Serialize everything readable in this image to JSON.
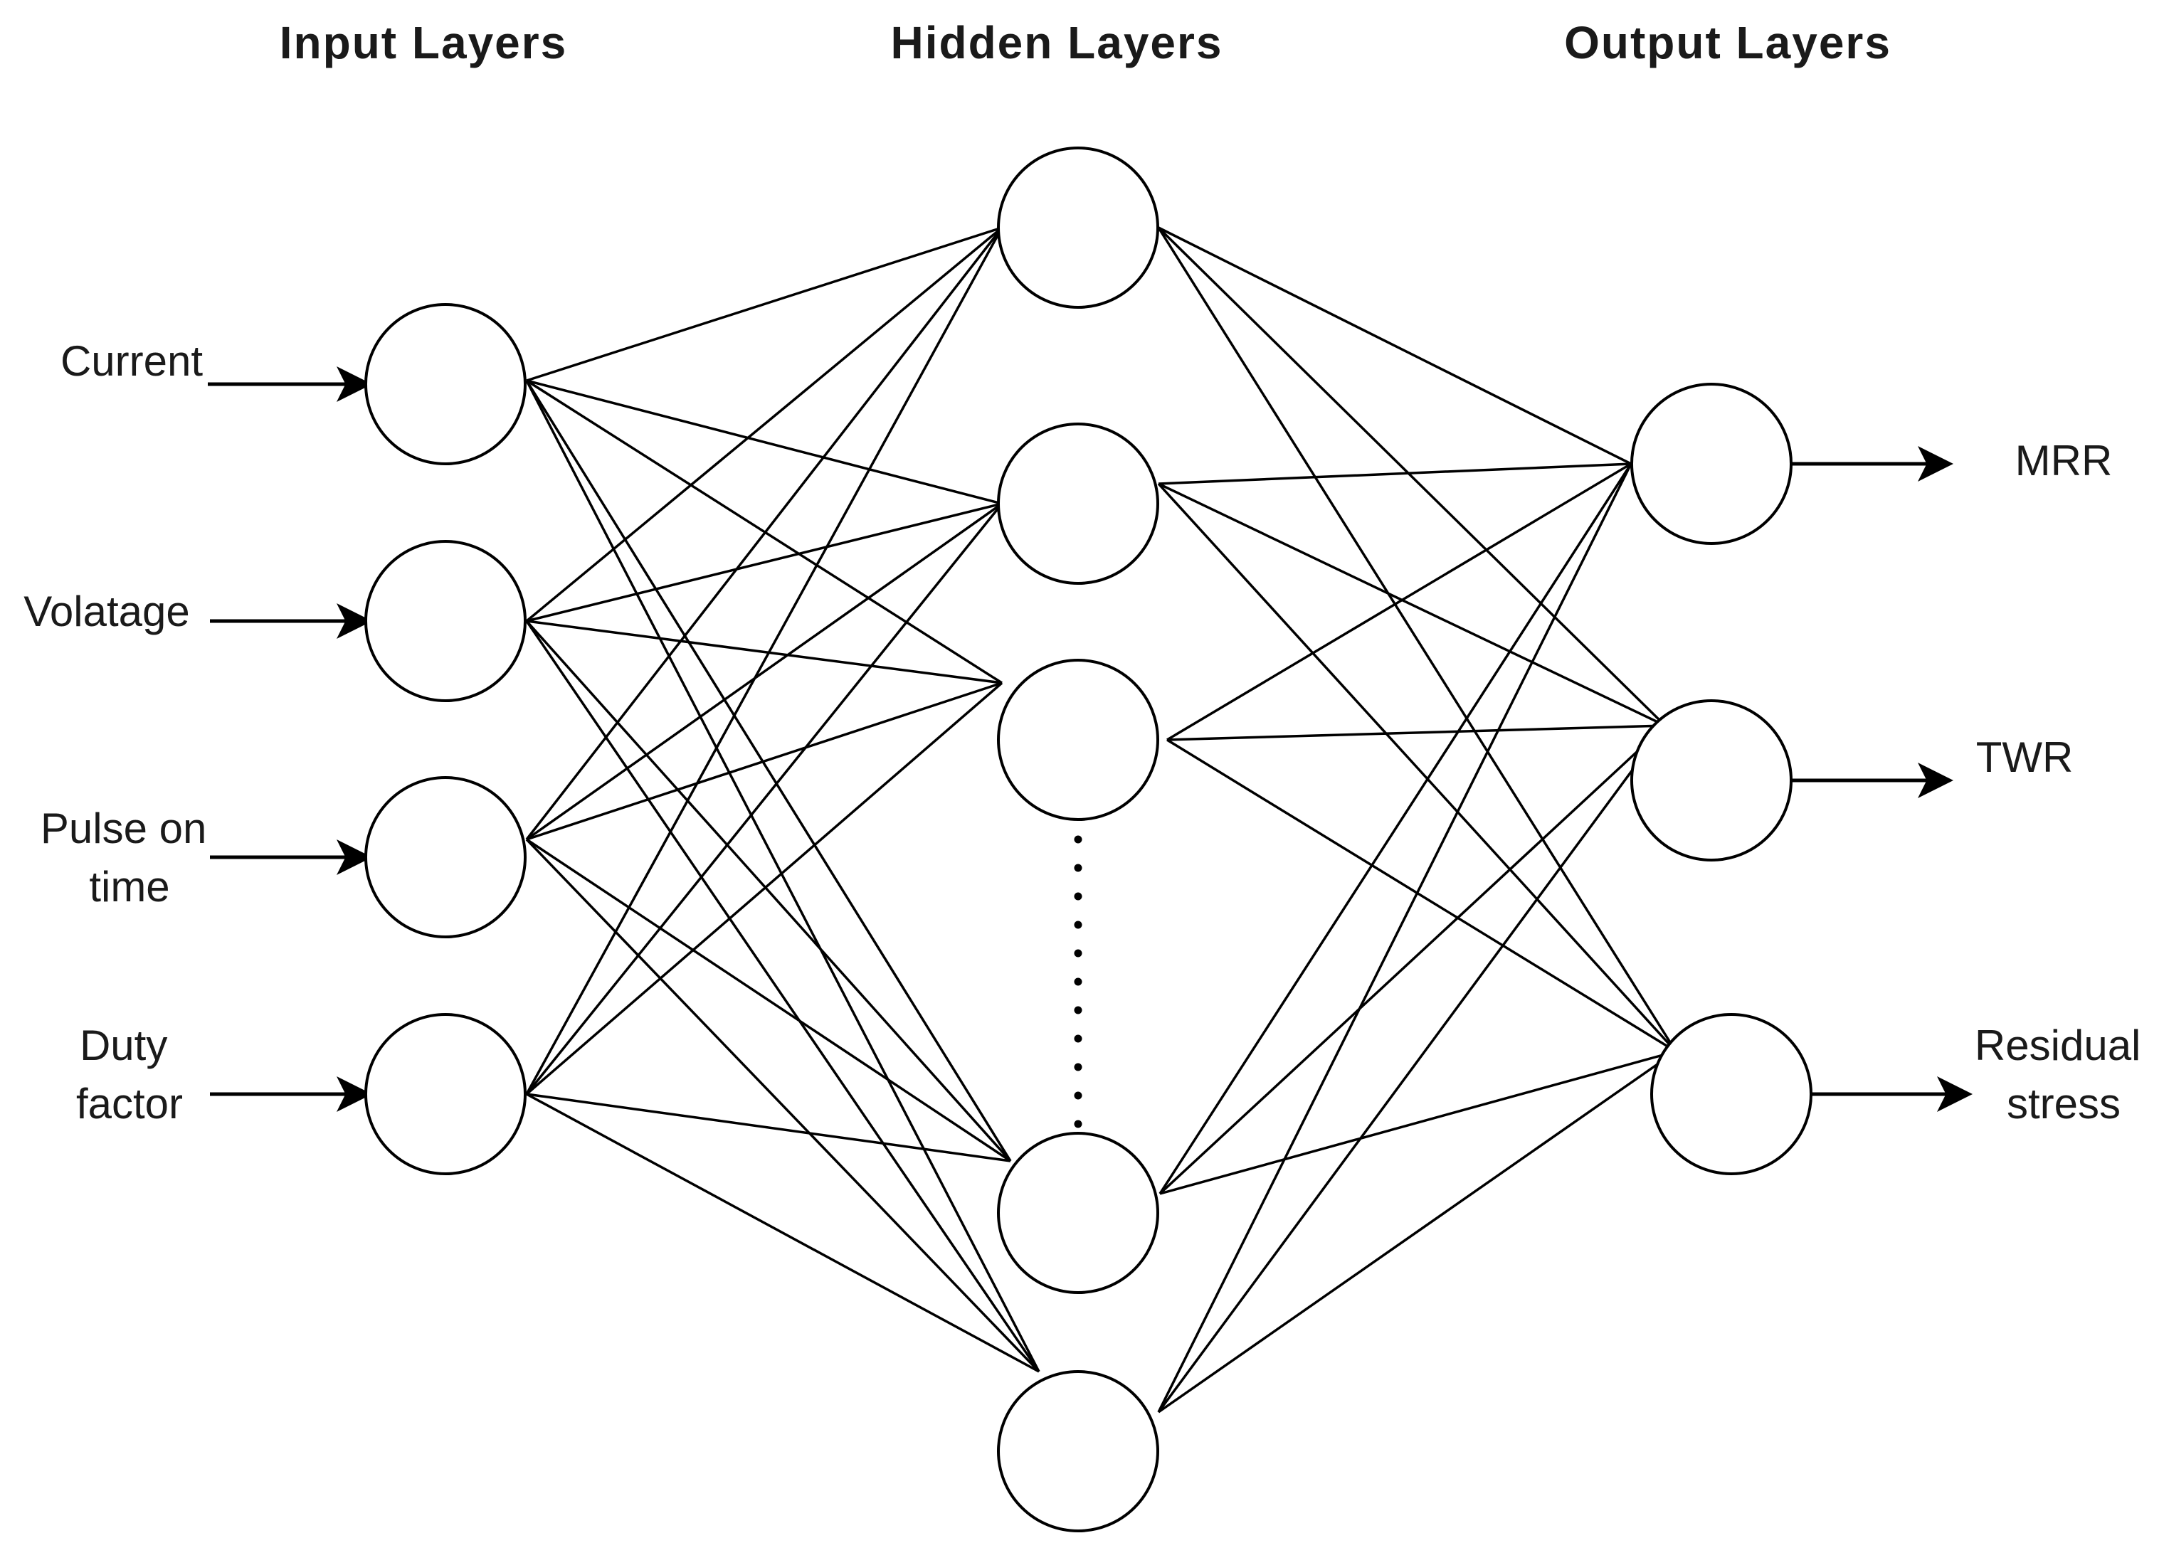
{
  "layers": {
    "input_title": "Input Layers",
    "hidden_title": "Hidden Layers",
    "output_title": "Output Layers"
  },
  "inputs": [
    {
      "lines": [
        "Current"
      ]
    },
    {
      "lines": [
        "Volatage"
      ]
    },
    {
      "lines": [
        "Pulse on",
        "time"
      ]
    },
    {
      "lines": [
        "Duty",
        "factor"
      ]
    }
  ],
  "outputs": [
    {
      "lines": [
        "MRR"
      ]
    },
    {
      "lines": [
        "TWR"
      ]
    },
    {
      "lines": [
        "Residual",
        "stress"
      ]
    }
  ],
  "network": {
    "input_nodes": 4,
    "hidden_nodes_shown": 5,
    "output_nodes": 3,
    "hidden_ellipsis": true,
    "fully_connected": true
  }
}
